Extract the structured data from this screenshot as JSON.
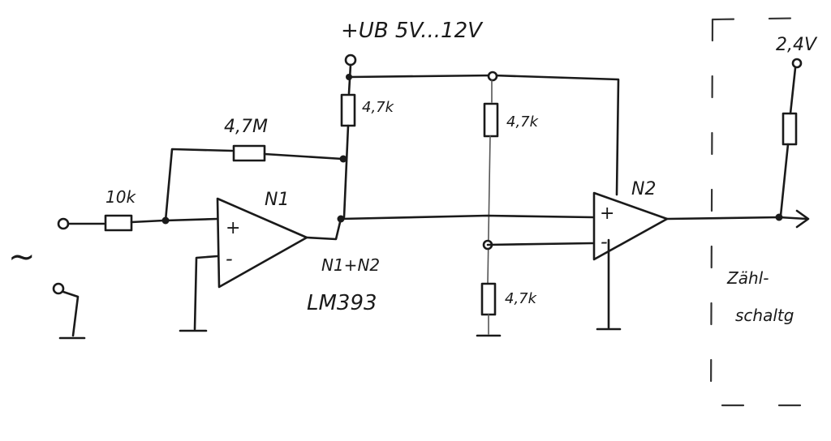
{
  "labels": {
    "supply": "+UB 5V...12V",
    "r_feedback": "4,7M",
    "r_input": "10k",
    "r_pullup": "4,7k",
    "r_div_top": "4,7k",
    "r_div_bottom": "4,7k",
    "comp1": "N1",
    "comp2": "N2",
    "ic_line1": "N1+N2",
    "ic_line2": "LM393",
    "plus": "+",
    "minus": "-",
    "ext_voltage": "2,4V",
    "counter_line1": "Zähl-",
    "counter_line2": "schaltg",
    "ac_source": "~"
  }
}
